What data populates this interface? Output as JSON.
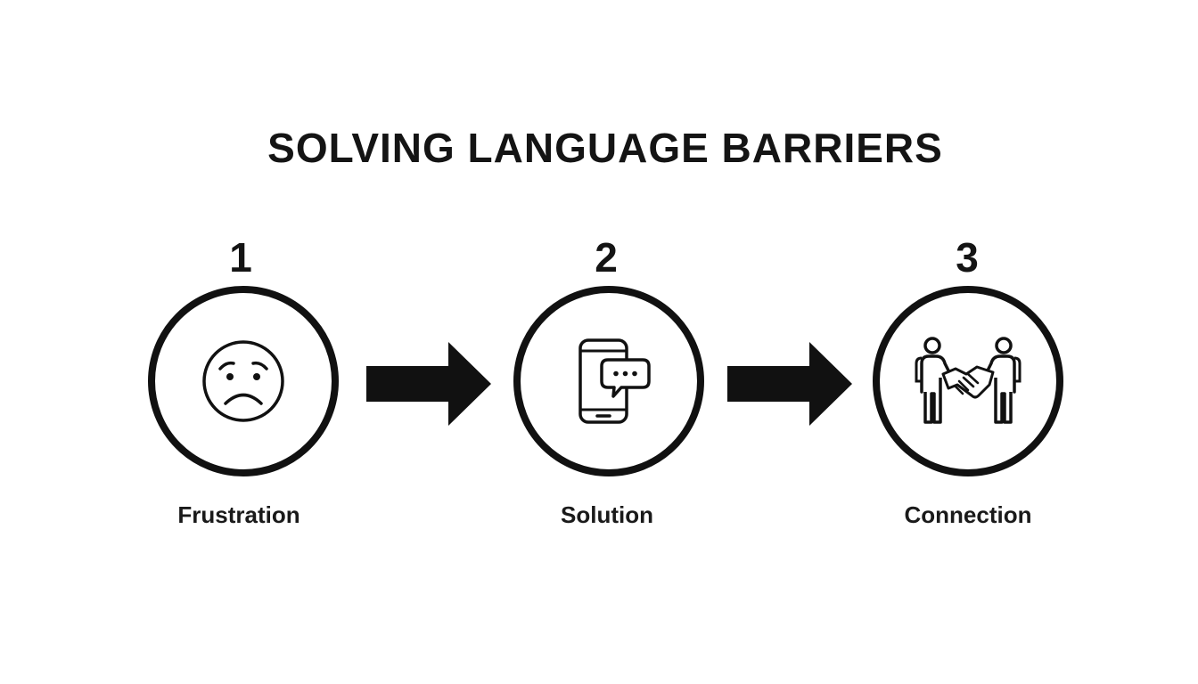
{
  "title": "SOLVING LANGUAGE BARRIERS",
  "steps": [
    {
      "number": "1",
      "label": "Frustration",
      "icon": "sad-face-icon"
    },
    {
      "number": "2",
      "label": "Solution",
      "icon": "smartphone-chat-icon"
    },
    {
      "number": "3",
      "label": "Connection",
      "icon": "handshake-people-icon"
    }
  ],
  "colors": {
    "background": "#ffffff",
    "ink": "#111111"
  }
}
